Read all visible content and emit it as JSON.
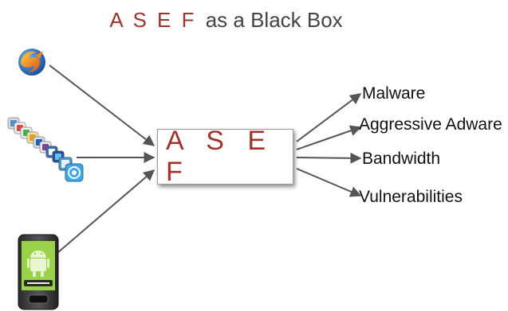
{
  "title": {
    "acronym": "A S E F",
    "rest": "as a Black Box"
  },
  "box": {
    "label": "A S E F"
  },
  "outputs": [
    "Malware",
    "Aggressive Adware",
    "Bandwidth",
    "Vulnerabilities"
  ],
  "inputs": [
    "firefox-logo-icon",
    "app-icon-stack",
    "android-phone-icon"
  ],
  "colors": {
    "accent": "#a0342a",
    "arrow": "#555555",
    "text": "#111111"
  }
}
